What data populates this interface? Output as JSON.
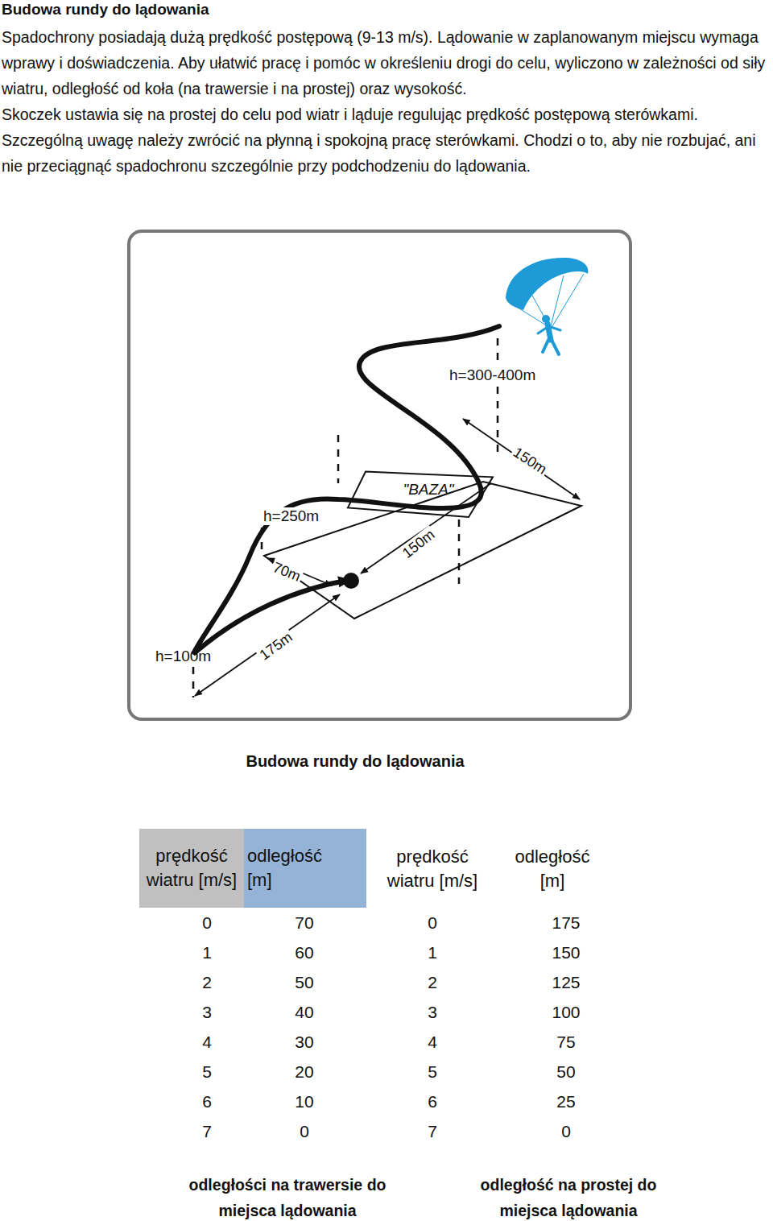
{
  "diagram": {
    "title": "Budowa rundy do lądowania",
    "caption": "Budowa rundy do lądowania",
    "nodes": [
      {
        "text": [
          "\"BAZA\""
        ]
      },
      {
        "text": [
          "prędkość wiatru [m/s]"
        ]
      },
      {
        "text": [
          "odległość [m]"
        ]
      }
    ],
    "labels": [
      "Spadochrony posiadają dużą prędkość postępową (9-13 m/s). Lądowanie w zaplanowanym miejscu wymaga wprawy i doświadczenia. Aby ułatwić pracę i pomóc w określeniu drogi do celu, wyliczono w zależności od siły wiatru, odległość od koła (na trawersie i na prostej) oraz wysokość.",
      "Skoczek ustawia się na prostej do celu pod wiatr i ląduje regulując prędkość postępową sterówkami. Szczególną uwagę należy zwrócić na płynną i spokojną pracę sterówkami. Chodzi o to, aby nie rozbujać, ani nie przeciągnąć spadochronu szczególnie przy podchodzeniu do lądowania.",
      "h=300-400m",
      "150m",
      "150m",
      "h=250m",
      "70m",
      "h=100m",
      "175m",
      "prędkość wiatru [m/s]",
      "odległość [m]",
      "0",
      "70",
      "0",
      "175",
      "1",
      "60",
      "1",
      "150",
      "2",
      "50",
      "2",
      "125",
      "3",
      "40",
      "3",
      "100",
      "4",
      "30",
      "4",
      "75",
      "5",
      "20",
      "5",
      "50",
      "6",
      "10",
      "6",
      "25",
      "7",
      "0",
      "7",
      "0",
      "odległości na trawersie do miejsca lądowania",
      "odległość na prostej do miejsca lądowania"
    ]
  }
}
